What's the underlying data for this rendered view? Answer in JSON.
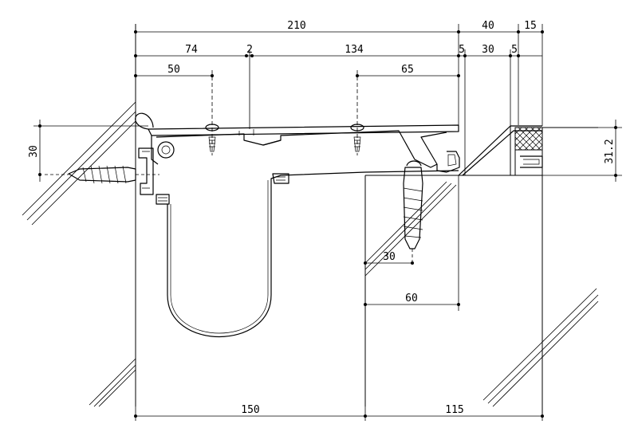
{
  "dimensions": {
    "top_total": "210",
    "top_right_a": "40",
    "top_right_b": "15",
    "seg_74": "74",
    "seg_2": "2",
    "seg_134": "134",
    "seg_5a": "5",
    "seg_30": "30",
    "seg_5b": "5",
    "screw_50": "50",
    "screw_65": "65",
    "left_height": "30",
    "right_height": "31.2",
    "anchor_30": "30",
    "offset_60": "60",
    "bottom_left": "150",
    "bottom_right": "115"
  }
}
